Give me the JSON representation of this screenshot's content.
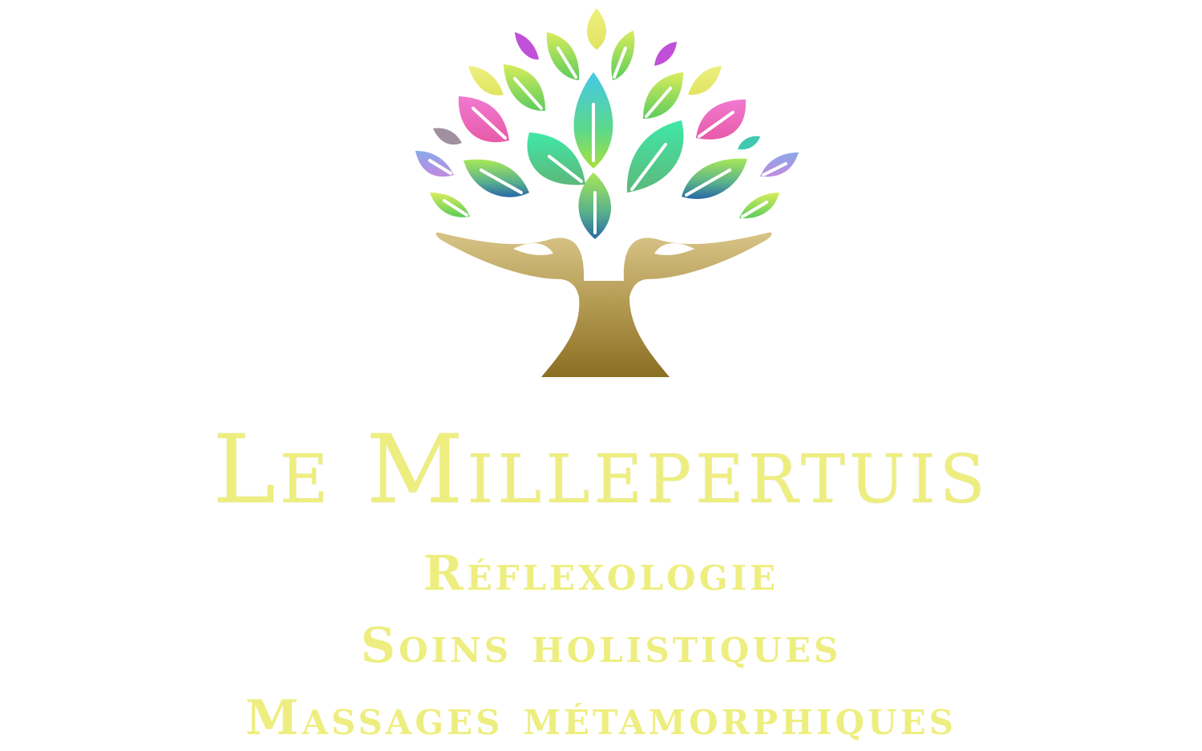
{
  "brand": {
    "name": "Le Millepertuis",
    "logo_icon": "tree-in-hands-icon",
    "text_color": "#eeee80",
    "trunk_color": "#a88f3f"
  },
  "services": [
    "Réflexologie",
    "Soins holistiques",
    "Massages métamorphiques"
  ]
}
